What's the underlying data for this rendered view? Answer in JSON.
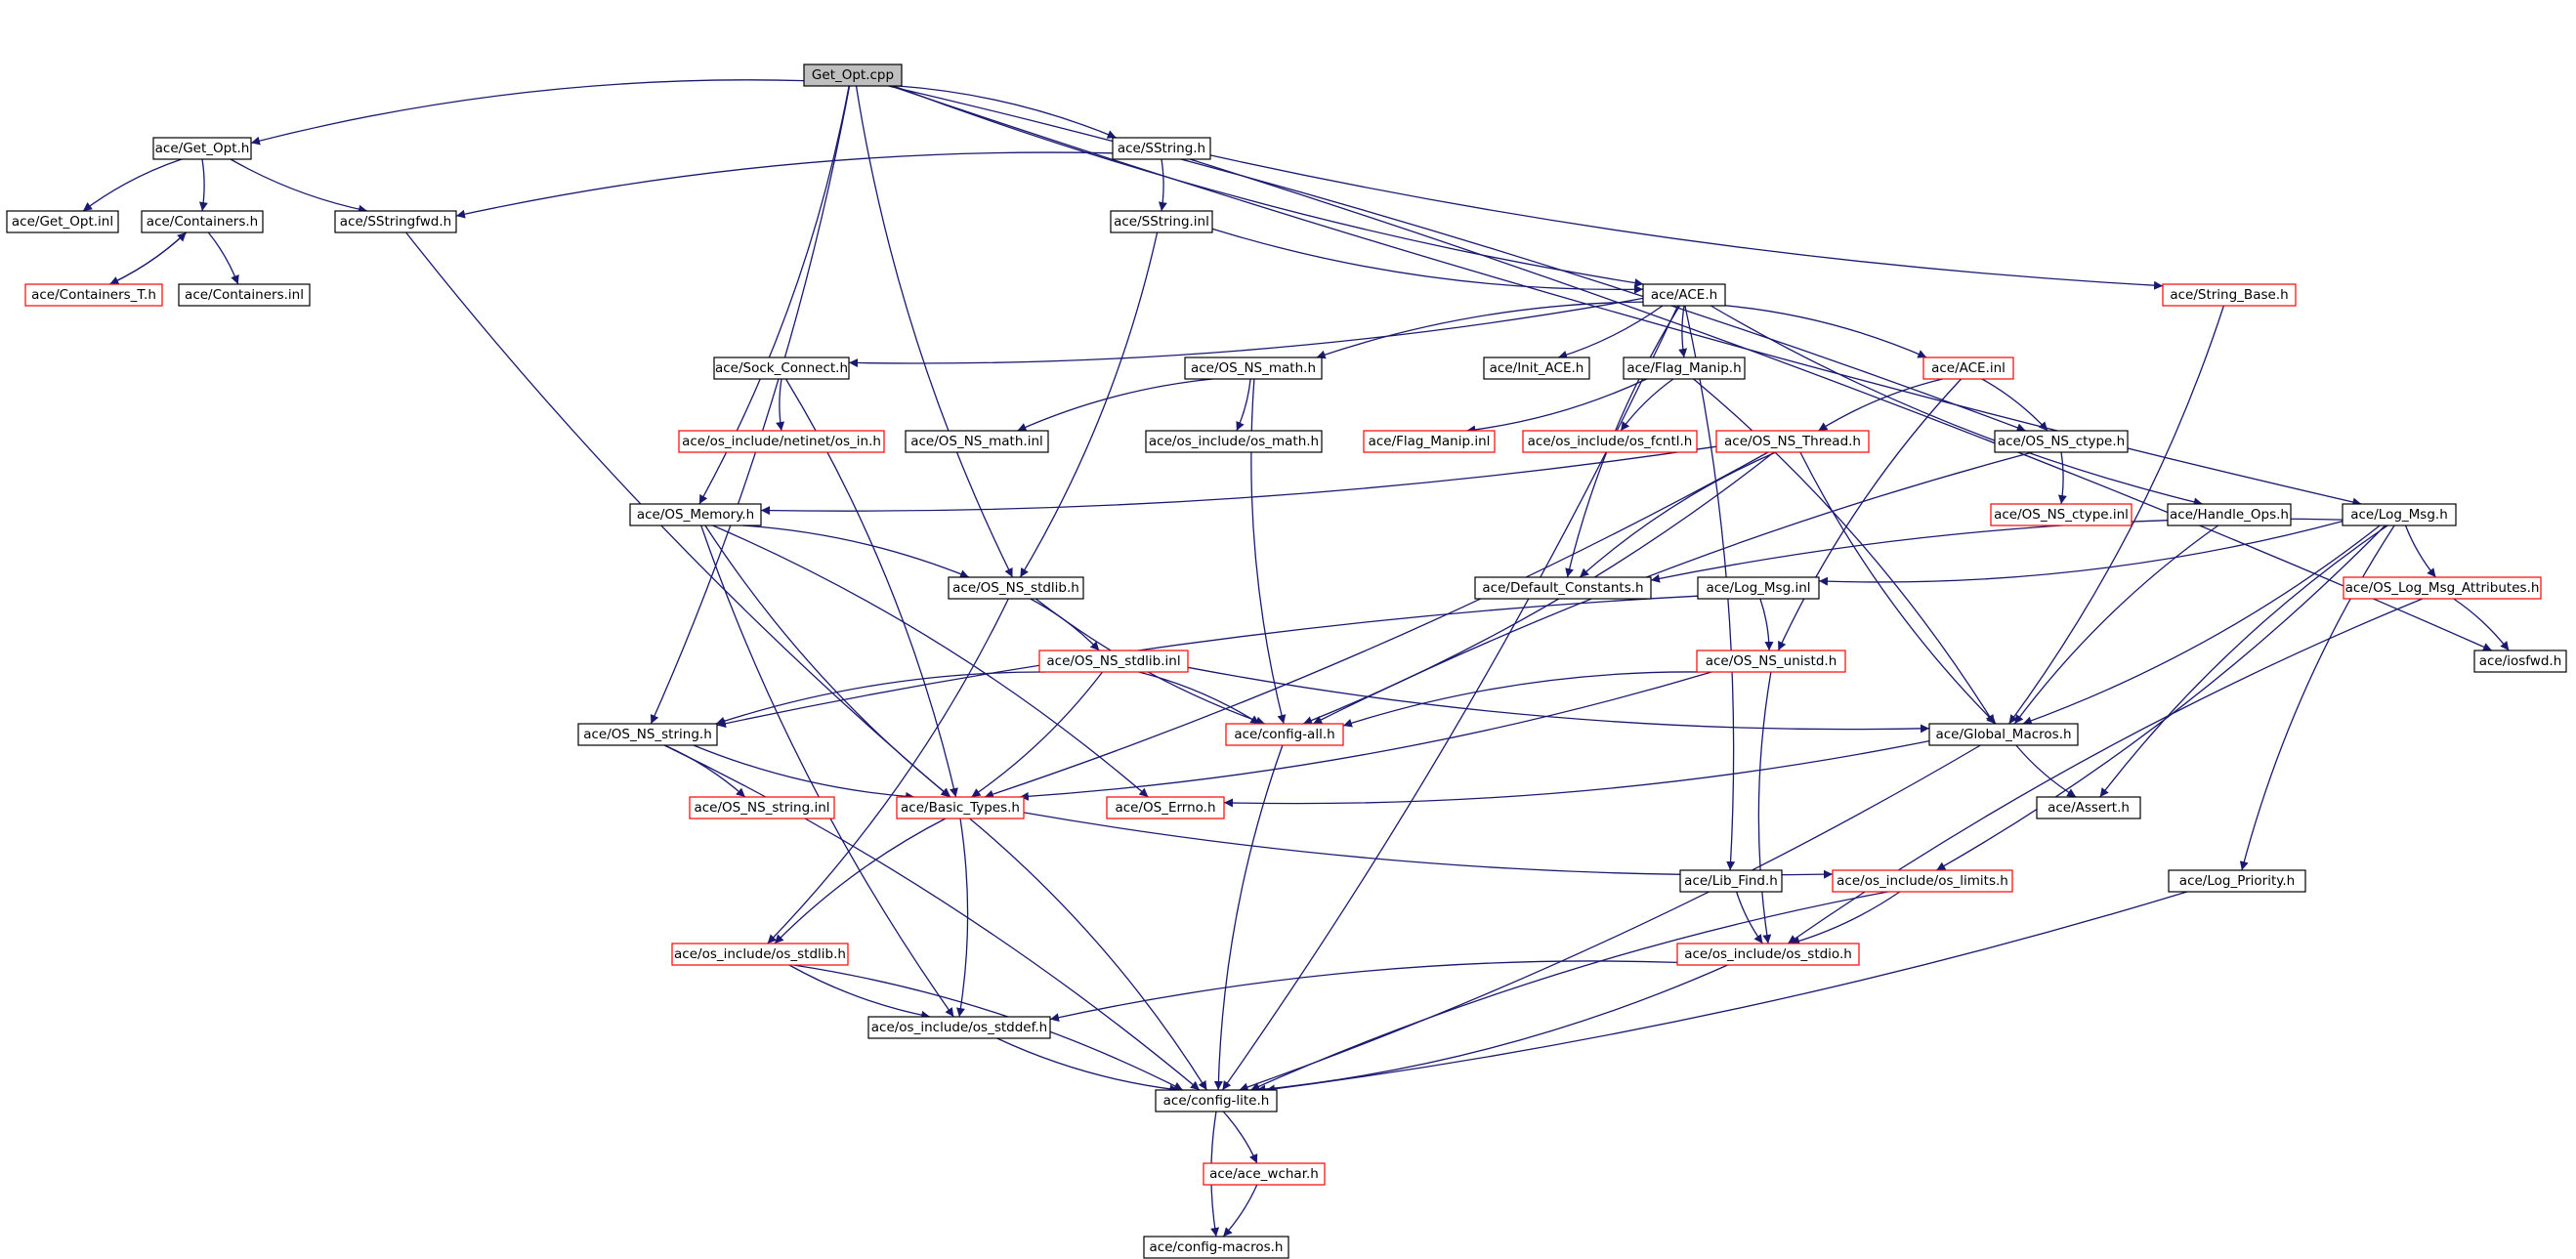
{
  "title": "Get_Opt.cpp",
  "colors": {
    "edge": "#191970",
    "root_fill": "#bfbfbf",
    "missing_border": "#ff0000",
    "normal_border": "#000000",
    "external_border": "#bfbfbf"
  },
  "nodes": [
    {
      "id": "get_opt_cpp",
      "label": "Get_Opt.cpp",
      "kind": "root"
    },
    {
      "id": "get_opt_h",
      "label": "ace/Get_Opt.h",
      "kind": "normal"
    },
    {
      "id": "sstring_h",
      "label": "ace/SString.h",
      "kind": "normal"
    },
    {
      "id": "get_opt_inl",
      "label": "ace/Get_Opt.inl",
      "kind": "normal"
    },
    {
      "id": "containers_h",
      "label": "ace/Containers.h",
      "kind": "normal"
    },
    {
      "id": "sstringfwd_h",
      "label": "ace/SStringfwd.h",
      "kind": "normal"
    },
    {
      "id": "sstring_inl",
      "label": "ace/SString.inl",
      "kind": "normal"
    },
    {
      "id": "containers_t_h",
      "label": "ace/Containers_T.h",
      "kind": "missing"
    },
    {
      "id": "containers_inl",
      "label": "ace/Containers.inl",
      "kind": "normal"
    },
    {
      "id": "ace_h",
      "label": "ace/ACE.h",
      "kind": "normal"
    },
    {
      "id": "string_base_h",
      "label": "ace/String_Base.h",
      "kind": "missing"
    },
    {
      "id": "sock_connect_h",
      "label": "ace/Sock_Connect.h",
      "kind": "normal"
    },
    {
      "id": "os_ns_math_h",
      "label": "ace/OS_NS_math.h",
      "kind": "normal"
    },
    {
      "id": "init_ace_h",
      "label": "ace/Init_ACE.h",
      "kind": "normal"
    },
    {
      "id": "flag_manip_h",
      "label": "ace/Flag_Manip.h",
      "kind": "normal"
    },
    {
      "id": "ace_inl",
      "label": "ace/ACE.inl",
      "kind": "missing"
    },
    {
      "id": "netinet_in_h",
      "label": "ace/os_include/netinet/os_in.h",
      "kind": "missing"
    },
    {
      "id": "os_ns_math_inl",
      "label": "ace/OS_NS_math.inl",
      "kind": "normal"
    },
    {
      "id": "os_math_h",
      "label": "ace/os_include/os_math.h",
      "kind": "normal"
    },
    {
      "id": "flag_manip_inl",
      "label": "ace/Flag_Manip.inl",
      "kind": "missing"
    },
    {
      "id": "os_fcntl_h",
      "label": "ace/os_include/os_fcntl.h",
      "kind": "missing"
    },
    {
      "id": "os_ns_thread_h",
      "label": "ace/OS_NS_Thread.h",
      "kind": "missing"
    },
    {
      "id": "os_ns_ctype_h",
      "label": "ace/OS_NS_ctype.h",
      "kind": "normal"
    },
    {
      "id": "os_ns_ctype_inl",
      "label": "ace/OS_NS_ctype.inl",
      "kind": "missing"
    },
    {
      "id": "handle_ops_h",
      "label": "ace/Handle_Ops.h",
      "kind": "normal"
    },
    {
      "id": "log_msg_h",
      "label": "ace/Log_Msg.h",
      "kind": "normal"
    },
    {
      "id": "os_memory_h",
      "label": "ace/OS_Memory.h",
      "kind": "normal"
    },
    {
      "id": "os_ns_stdlib_h",
      "label": "ace/OS_NS_stdlib.h",
      "kind": "normal"
    },
    {
      "id": "default_constants_h",
      "label": "ace/Default_Constants.h",
      "kind": "normal"
    },
    {
      "id": "log_msg_inl",
      "label": "ace/Log_Msg.inl",
      "kind": "normal"
    },
    {
      "id": "os_log_msg_attr_h",
      "label": "ace/OS_Log_Msg_Attributes.h",
      "kind": "missing"
    },
    {
      "id": "iosfwd_h",
      "label": "ace/iosfwd.h",
      "kind": "normal"
    },
    {
      "id": "os_ns_stdlib_inl",
      "label": "ace/OS_NS_stdlib.inl",
      "kind": "missing"
    },
    {
      "id": "os_ns_unistd_h",
      "label": "ace/OS_NS_unistd.h",
      "kind": "missing"
    },
    {
      "id": "os_ns_string_h",
      "label": "ace/OS_NS_string.h",
      "kind": "normal"
    },
    {
      "id": "config_all_h",
      "label": "ace/config-all.h",
      "kind": "missing"
    },
    {
      "id": "global_macros_h",
      "label": "ace/Global_Macros.h",
      "kind": "normal"
    },
    {
      "id": "os_ns_string_inl",
      "label": "ace/OS_NS_string.inl",
      "kind": "missing"
    },
    {
      "id": "basic_types_h",
      "label": "ace/Basic_Types.h",
      "kind": "missing"
    },
    {
      "id": "os_errno_h",
      "label": "ace/OS_Errno.h",
      "kind": "missing"
    },
    {
      "id": "assert_h",
      "label": "ace/Assert.h",
      "kind": "normal"
    },
    {
      "id": "lib_find_h",
      "label": "ace/Lib_Find.h",
      "kind": "normal"
    },
    {
      "id": "os_limits_h",
      "label": "ace/os_include/os_limits.h",
      "kind": "missing"
    },
    {
      "id": "log_priority_h",
      "label": "ace/Log_Priority.h",
      "kind": "normal"
    },
    {
      "id": "os_stdlib_h",
      "label": "ace/os_include/os_stdlib.h",
      "kind": "missing"
    },
    {
      "id": "os_stdio_h",
      "label": "ace/os_include/os_stdio.h",
      "kind": "missing"
    },
    {
      "id": "os_stddef_h",
      "label": "ace/os_include/os_stddef.h",
      "kind": "normal"
    },
    {
      "id": "config_lite_h",
      "label": "ace/config-lite.h",
      "kind": "normal"
    },
    {
      "id": "ace_wchar_h",
      "label": "ace/ace_wchar.h",
      "kind": "missing"
    },
    {
      "id": "config_macros_h",
      "label": "ace/config-macros.h",
      "kind": "external"
    }
  ],
  "edges": [
    [
      "get_opt_cpp",
      "get_opt_h"
    ],
    [
      "get_opt_cpp",
      "sstring_h"
    ],
    [
      "get_opt_cpp",
      "ace_h"
    ],
    [
      "get_opt_cpp",
      "os_ns_ctype_h"
    ],
    [
      "get_opt_cpp",
      "log_msg_h"
    ],
    [
      "get_opt_cpp",
      "os_memory_h"
    ],
    [
      "get_opt_cpp",
      "os_ns_stdlib_h"
    ],
    [
      "get_opt_cpp",
      "os_ns_string_h"
    ],
    [
      "get_opt_h",
      "get_opt_inl"
    ],
    [
      "get_opt_h",
      "containers_h"
    ],
    [
      "get_opt_h",
      "sstringfwd_h"
    ],
    [
      "containers_h",
      "containers_t_h"
    ],
    [
      "containers_t_h",
      "containers_h"
    ],
    [
      "containers_h",
      "containers_inl"
    ],
    [
      "sstring_h",
      "sstringfwd_h"
    ],
    [
      "sstring_h",
      "sstring_inl"
    ],
    [
      "sstring_h",
      "string_base_h"
    ],
    [
      "sstring_h",
      "iosfwd_h"
    ],
    [
      "sstring_inl",
      "ace_h"
    ],
    [
      "sstring_inl",
      "os_ns_stdlib_h"
    ],
    [
      "sstringfwd_h",
      "basic_types_h"
    ],
    [
      "ace_h",
      "sock_connect_h"
    ],
    [
      "ace_h",
      "os_ns_math_h"
    ],
    [
      "ace_h",
      "init_ace_h"
    ],
    [
      "ace_h",
      "flag_manip_h"
    ],
    [
      "ace_h",
      "ace_inl"
    ],
    [
      "ace_h",
      "handle_ops_h"
    ],
    [
      "ace_h",
      "lib_find_h"
    ],
    [
      "ace_h",
      "default_constants_h"
    ],
    [
      "ace_h",
      "config_lite_h"
    ],
    [
      "sock_connect_h",
      "netinet_in_h"
    ],
    [
      "sock_connect_h",
      "basic_types_h"
    ],
    [
      "os_ns_math_h",
      "os_ns_math_inl"
    ],
    [
      "os_ns_math_h",
      "os_math_h"
    ],
    [
      "os_ns_math_h",
      "config_all_h"
    ],
    [
      "flag_manip_h",
      "flag_manip_inl"
    ],
    [
      "flag_manip_h",
      "os_fcntl_h"
    ],
    [
      "flag_manip_h",
      "global_macros_h"
    ],
    [
      "ace_inl",
      "os_ns_thread_h"
    ],
    [
      "ace_inl",
      "os_ns_ctype_h"
    ],
    [
      "ace_inl",
      "os_ns_unistd_h"
    ],
    [
      "os_ns_ctype_h",
      "os_ns_ctype_inl"
    ],
    [
      "os_ns_ctype_h",
      "config_all_h"
    ],
    [
      "os_ns_thread_h",
      "os_memory_h"
    ],
    [
      "os_ns_thread_h",
      "default_constants_h"
    ],
    [
      "os_ns_thread_h",
      "config_all_h"
    ],
    [
      "os_ns_thread_h",
      "global_macros_h"
    ],
    [
      "os_ns_thread_h",
      "basic_types_h"
    ],
    [
      "handle_ops_h",
      "global_macros_h"
    ],
    [
      "string_base_h",
      "global_macros_h"
    ],
    [
      "log_msg_h",
      "default_constants_h"
    ],
    [
      "log_msg_h",
      "log_msg_inl"
    ],
    [
      "log_msg_h",
      "os_log_msg_attr_h"
    ],
    [
      "log_msg_h",
      "global_macros_h"
    ],
    [
      "log_msg_h",
      "assert_h"
    ],
    [
      "log_msg_h",
      "os_limits_h"
    ],
    [
      "log_msg_h",
      "log_priority_h"
    ],
    [
      "log_msg_inl",
      "os_ns_unistd_h"
    ],
    [
      "log_msg_inl",
      "os_ns_string_h"
    ],
    [
      "os_log_msg_attr_h",
      "iosfwd_h"
    ],
    [
      "os_log_msg_attr_h",
      "os_stdio_h"
    ],
    [
      "os_memory_h",
      "os_ns_stdlib_h"
    ],
    [
      "os_memory_h",
      "basic_types_h"
    ],
    [
      "os_memory_h",
      "os_errno_h"
    ],
    [
      "os_memory_h",
      "os_stddef_h"
    ],
    [
      "os_ns_stdlib_h",
      "os_ns_stdlib_inl"
    ],
    [
      "os_ns_stdlib_h",
      "config_all_h"
    ],
    [
      "os_ns_stdlib_h",
      "os_stdlib_h"
    ],
    [
      "os_ns_stdlib_inl",
      "os_ns_string_h"
    ],
    [
      "os_ns_stdlib_inl",
      "config_all_h"
    ],
    [
      "os_ns_stdlib_inl",
      "global_macros_h"
    ],
    [
      "os_ns_stdlib_inl",
      "basic_types_h"
    ],
    [
      "os_ns_unistd_h",
      "config_all_h"
    ],
    [
      "os_ns_unistd_h",
      "basic_types_h"
    ],
    [
      "os_ns_unistd_h",
      "os_stdio_h"
    ],
    [
      "os_ns_string_h",
      "os_ns_string_inl"
    ],
    [
      "os_ns_string_h",
      "basic_types_h"
    ],
    [
      "os_ns_string_h",
      "config_lite_h"
    ],
    [
      "config_all_h",
      "config_lite_h"
    ],
    [
      "global_macros_h",
      "os_errno_h"
    ],
    [
      "global_macros_h",
      "assert_h"
    ],
    [
      "global_macros_h",
      "config_lite_h"
    ],
    [
      "basic_types_h",
      "os_stdlib_h"
    ],
    [
      "basic_types_h",
      "os_stddef_h"
    ],
    [
      "basic_types_h",
      "os_limits_h"
    ],
    [
      "basic_types_h",
      "config_lite_h"
    ],
    [
      "lib_find_h",
      "os_stdio_h"
    ],
    [
      "os_limits_h",
      "os_stdio_h"
    ],
    [
      "os_limits_h",
      "config_lite_h"
    ],
    [
      "log_priority_h",
      "config_lite_h"
    ],
    [
      "os_stdlib_h",
      "os_stddef_h"
    ],
    [
      "os_stdlib_h",
      "config_lite_h"
    ],
    [
      "os_stdio_h",
      "os_stddef_h"
    ],
    [
      "os_stdio_h",
      "config_lite_h"
    ],
    [
      "os_stddef_h",
      "config_lite_h"
    ],
    [
      "config_lite_h",
      "ace_wchar_h"
    ],
    [
      "config_lite_h",
      "config_macros_h"
    ],
    [
      "ace_wchar_h",
      "config_macros_h"
    ]
  ]
}
